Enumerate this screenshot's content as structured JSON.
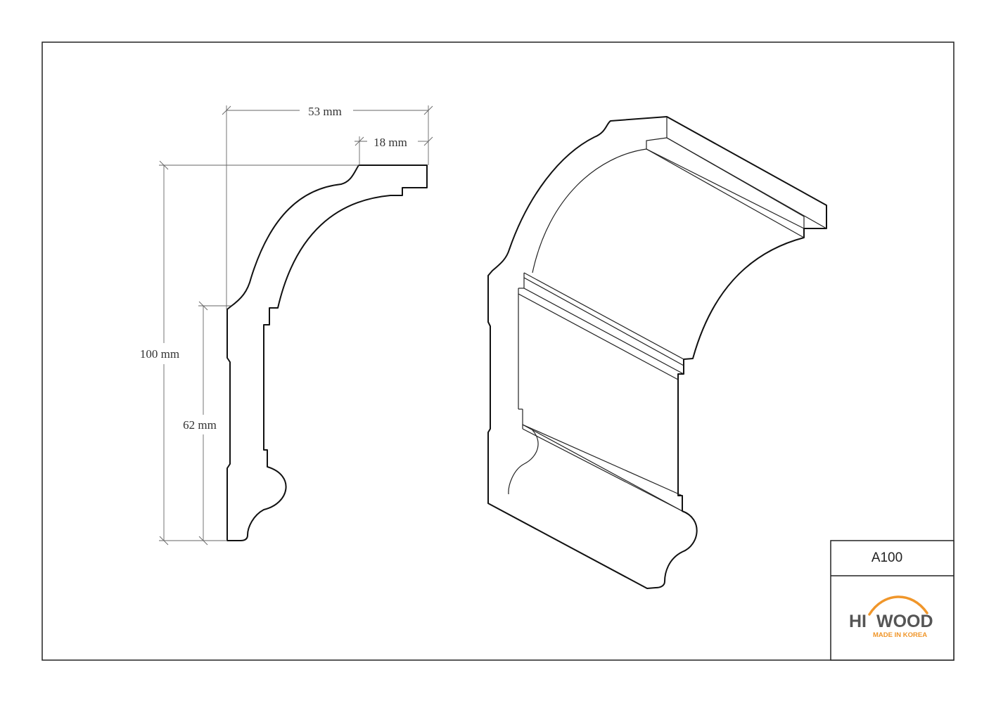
{
  "drawing": {
    "dimensions": {
      "overall_width": "53 mm",
      "top_width": "18 mm",
      "overall_height": "100 mm",
      "lower_height": "62 mm"
    }
  },
  "title_block": {
    "product_code": "A100",
    "logo": {
      "name_left": "HI",
      "name_right": "WOOD",
      "tagline": "MADE IN KOREA"
    }
  },
  "colors": {
    "frame": "#222222",
    "line": "#111111",
    "dimension_line": "#666666",
    "logo_text": "#555555",
    "logo_accent": "#f0962a"
  }
}
